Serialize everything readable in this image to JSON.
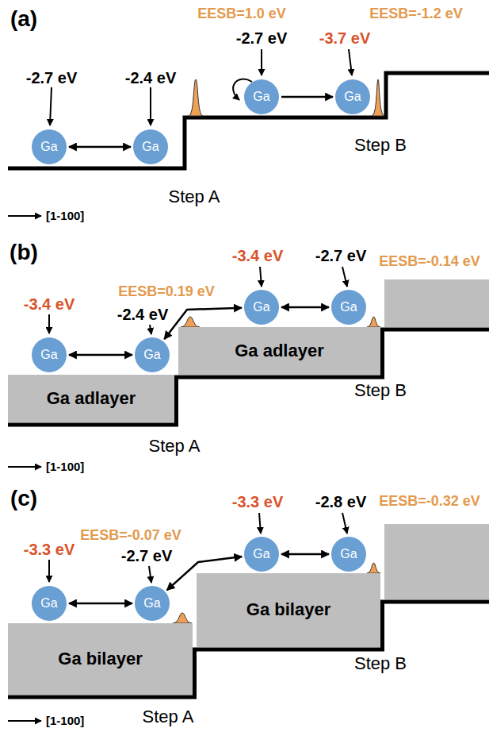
{
  "diagram": {
    "nodes": [
      {
        "text": [
          "Ga"
        ]
      },
      {
        "text": [
          "Ga"
        ]
      },
      {
        "text": [
          "Ga"
        ]
      },
      {
        "text": [
          "Ga"
        ]
      },
      {
        "text": [
          "Ga adlayer"
        ]
      },
      {
        "text": [
          "Ga adlayer"
        ]
      },
      {
        "text": [
          "Ga"
        ]
      },
      {
        "text": [
          "Ga"
        ]
      },
      {
        "text": [
          "Ga"
        ]
      },
      {
        "text": [
          "Ga"
        ]
      },
      {
        "text": [
          "Ga bilayer"
        ]
      },
      {
        "text": [
          "Ga bilayer"
        ]
      },
      {
        "text": [
          "Ga"
        ]
      },
      {
        "text": [
          "Ga"
        ]
      },
      {
        "text": [
          "Ga"
        ]
      },
      {
        "text": [
          "Ga"
        ]
      }
    ],
    "edges": [
      {
        "from": 0,
        "to": 1,
        "arrow": "both"
      },
      {
        "from": 2,
        "to": 3,
        "arrow": "to"
      },
      {
        "from": 6,
        "to": 7,
        "arrow": "both"
      },
      {
        "from": 7,
        "to": 8,
        "arrow": "both"
      },
      {
        "from": 8,
        "to": 9,
        "arrow": "both"
      },
      {
        "from": 12,
        "to": 13,
        "arrow": "both"
      },
      {
        "from": 13,
        "to": 14,
        "arrow": "both"
      },
      {
        "from": 14,
        "to": 15,
        "arrow": "both"
      }
    ],
    "labels": [
      "(a)",
      "EESB=1.0 eV",
      "EESB=-1.2 eV",
      "-2.7 eV",
      "-2.4 eV",
      "-2.7 eV",
      "-3.7 eV",
      "Step A",
      "Step B",
      "[1-100]",
      "(b)",
      "-3.4 eV",
      "EESB=0.19 eV",
      "-2.4 eV",
      "-3.4 eV",
      "-2.7 eV",
      "EESB=-0.14 eV",
      "Step A",
      "Step B",
      "[1-100]",
      "(c)",
      "-3.3 eV",
      "EESB=-0.07 eV",
      "-2.7 eV",
      "-3.3 eV",
      "-2.8 eV",
      "EESB=-0.32 eV",
      "Step A",
      "Step B",
      "[1-100]"
    ]
  }
}
